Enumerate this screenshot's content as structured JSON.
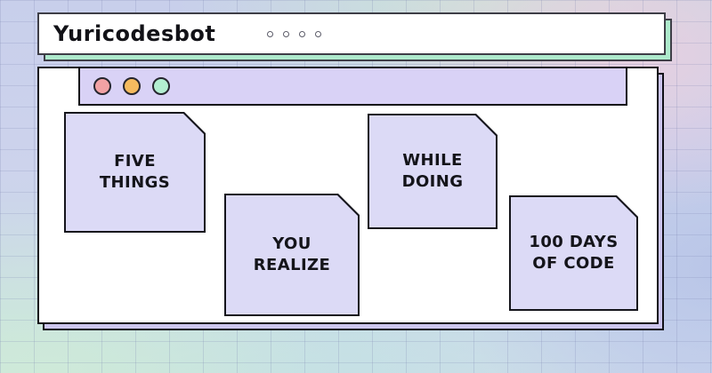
{
  "titlebar": {
    "title": "Yuricodesbot",
    "dots_count": 4
  },
  "window": {
    "toolbar": {
      "traffic_lights": [
        {
          "name": "close",
          "color_key": "light_red"
        },
        {
          "name": "minimize",
          "color_key": "light_orange"
        },
        {
          "name": "maximize",
          "color_key": "light_green"
        }
      ]
    },
    "notes": [
      {
        "label": "FIVE THINGS",
        "lines": [
          "FIVE",
          "THINGS"
        ]
      },
      {
        "label": "YOU REALIZE",
        "lines": [
          "YOU",
          "REALIZE"
        ]
      },
      {
        "label": "WHILE DOING",
        "lines": [
          "WHILE",
          "DOING"
        ]
      },
      {
        "label": "100 DAYS OF CODE",
        "lines": [
          "100 DAYS",
          "OF CODE"
        ]
      }
    ]
  },
  "colors": {
    "light_red": "#f2a2a4",
    "light_orange": "#f5bb5f",
    "light_green": "#b3efd1",
    "note_fill": "#dcdaf6",
    "toolbar_fill": "#d9d2f6",
    "titlebar_shadow": "#aeeacc",
    "window_shadow": "#cdc6ef",
    "background_top": "#c8cfeb",
    "background_bottom": "#cfe7dc"
  }
}
